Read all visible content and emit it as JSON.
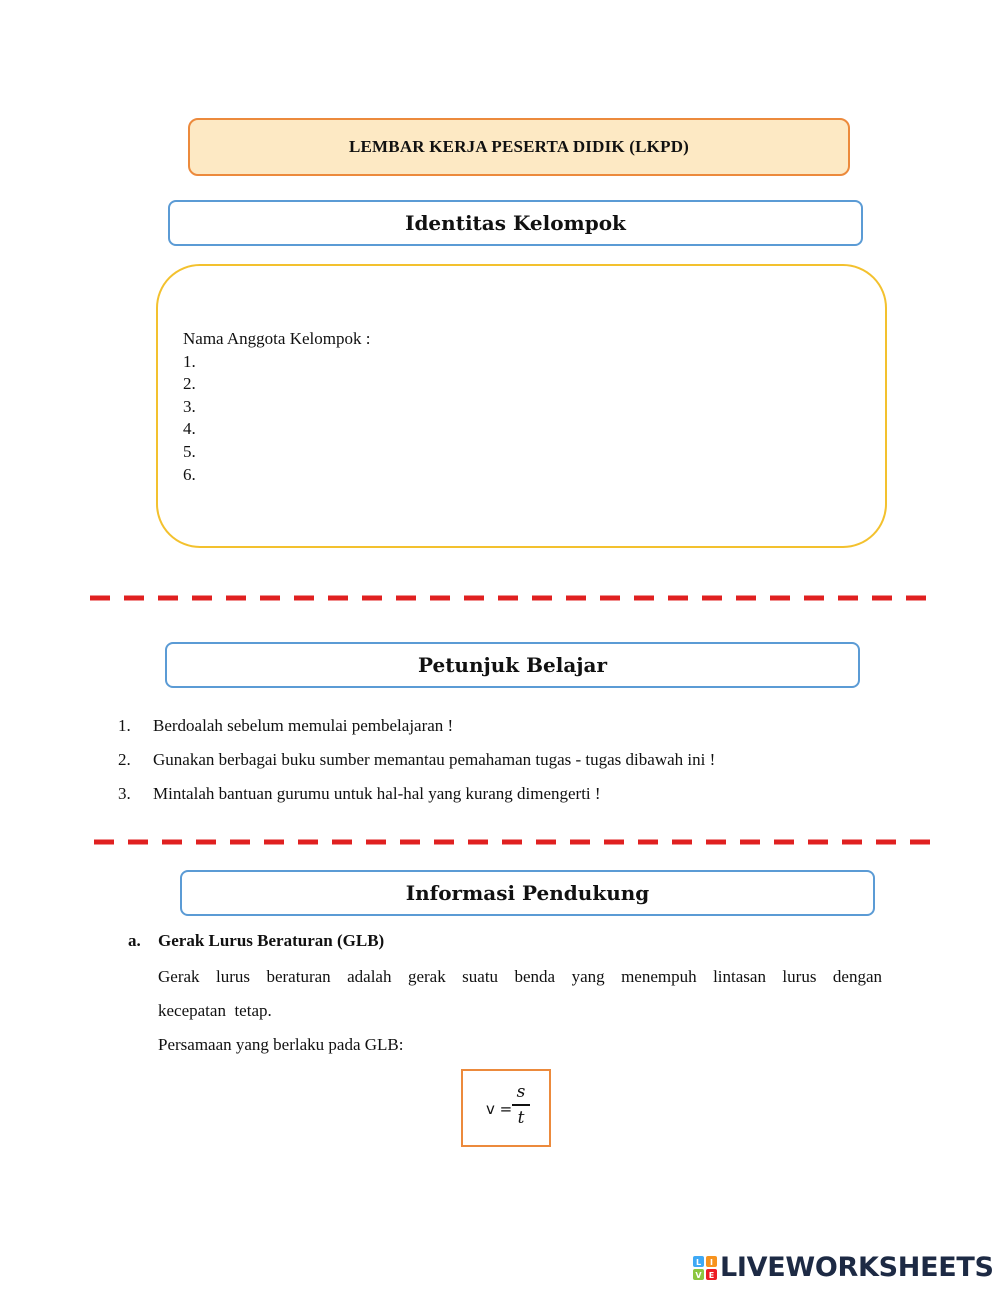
{
  "header": {
    "title": "LEMBAR KERJA PESERTA DIDIK (LKPD)"
  },
  "identity": {
    "heading": "Identitas Kelompok",
    "label": "Nama Anggota Kelompok :",
    "numbers": [
      "1.",
      "2.",
      "3.",
      "4.",
      "5.",
      "6."
    ]
  },
  "instructions": {
    "heading": "Petunjuk Belajar",
    "items": [
      {
        "num": "1.",
        "text": "Berdoalah sebelum memulai pembelajaran !"
      },
      {
        "num": "2.",
        "text": "Gunakan berbagai buku sumber memantau pemahaman tugas - tugas dibawah ini !"
      },
      {
        "num": "3.",
        "text": "Mintalah bantuan gurumu untuk hal-hal yang kurang dimengerti !"
      }
    ]
  },
  "info": {
    "heading": "Informasi Pendukung",
    "item_letter": "a.",
    "item_title": "Gerak Lurus Beraturan (GLB)",
    "definition": "Gerak lurus beraturan adalah gerak suatu benda yang menempuh lintasan lurus dengan",
    "definition_cont": "kecepatan  tetap.",
    "equation_intro": "Persamaan yang berlaku pada GLB:",
    "formula": {
      "lhs": "v =",
      "numerator": "s",
      "denominator": "t"
    }
  },
  "brand": {
    "name": "LIVEWORKSHEETS",
    "logo_letters": [
      "L",
      "I",
      "V",
      "E"
    ],
    "logo_colors": [
      "#3fa9f5",
      "#f7931e",
      "#8cc63f",
      "#ed1c24"
    ],
    "text_color": "#1d2a44"
  },
  "colors": {
    "title_fill": "#fde9c4",
    "title_border": "#ec8a3c",
    "section_border": "#5b9bd5",
    "card_border": "#f3c12e",
    "divider": "#e02020"
  }
}
